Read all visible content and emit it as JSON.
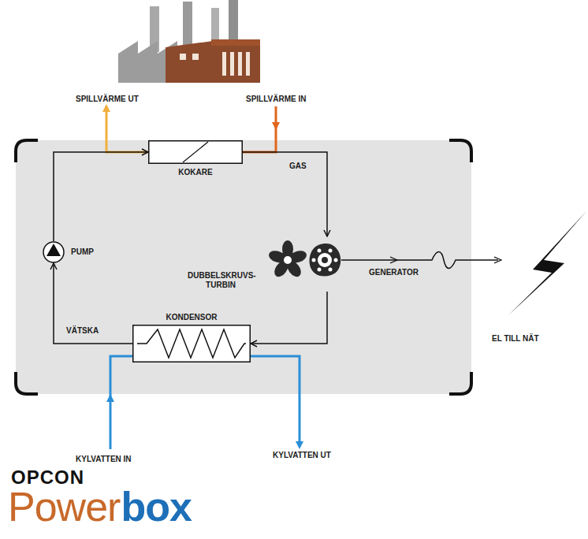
{
  "diagram": {
    "nodes": [
      {
        "text": [
          "KOKARE"
        ]
      },
      {
        "text": [
          "DUBBELSKRUVS- TURBIN"
        ]
      },
      {
        "text": [
          "KONDENSOR"
        ]
      },
      {
        "text": [
          "PUMP"
        ]
      }
    ],
    "edges": [
      {
        "from": 0,
        "to": 1,
        "arrow": "to",
        "label": "GAS"
      },
      {
        "from": 1,
        "to": 2,
        "arrow": "to"
      },
      {
        "from": 2,
        "to": 3,
        "arrow": "to",
        "label": "VÄTSKA"
      },
      {
        "from": 3,
        "to": 0,
        "arrow": "to"
      }
    ],
    "labels": [
      "SPILLVÄRME UT",
      "SPILLVÄRME IN",
      "GENERATOR",
      "EL TILL NÄT",
      "KYLVATTEN IN",
      "KYLVATTEN UT",
      "OPCON",
      "Power",
      "box"
    ]
  }
}
